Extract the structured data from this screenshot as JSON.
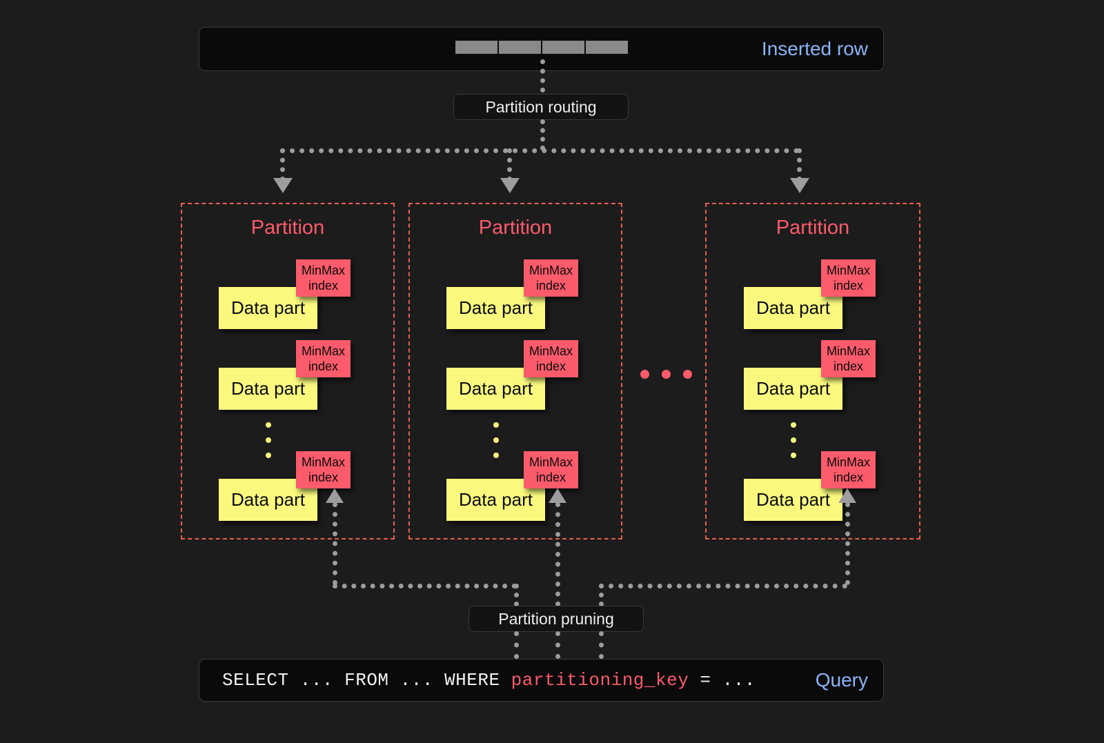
{
  "page": {
    "background": "#1c1c1c",
    "accent_blue": "#8ab4f8",
    "accent_red": "#fb5b6b",
    "accent_yellow": "#faf97e",
    "connector_gray": "#9d9d9d"
  },
  "inserted_row": {
    "label": "Inserted row",
    "cell_count": 4,
    "cells": [
      "",
      "",
      "",
      ""
    ]
  },
  "partition_routing": {
    "label": "Partition routing"
  },
  "partition_pruning": {
    "label": "Partition pruning"
  },
  "partitions": [
    {
      "title": "Partition",
      "parts": [
        {
          "data_label": "Data part",
          "index_label": "MinMax\nindex"
        },
        {
          "data_label": "Data part",
          "index_label": "MinMax\nindex"
        },
        {
          "data_label": "Data part",
          "index_label": "MinMax\nindex"
        }
      ],
      "ellipsis_dots": 3
    },
    {
      "title": "Partition",
      "parts": [
        {
          "data_label": "Data part",
          "index_label": "MinMax\nindex"
        },
        {
          "data_label": "Data part",
          "index_label": "MinMax\nindex"
        },
        {
          "data_label": "Data part",
          "index_label": "MinMax\nindex"
        }
      ],
      "ellipsis_dots": 3
    },
    {
      "title": "Partition",
      "parts": [
        {
          "data_label": "Data part",
          "index_label": "MinMax\nindex"
        },
        {
          "data_label": "Data part",
          "index_label": "MinMax\nindex"
        },
        {
          "data_label": "Data part",
          "index_label": "MinMax\nindex"
        }
      ],
      "ellipsis_dots": 3
    }
  ],
  "between_partitions_ellipsis": {
    "dots": 3,
    "color": "#fb5b6b"
  },
  "query": {
    "label": "Query",
    "prefix": "SELECT ... FROM ... WHERE ",
    "key": "partitioning_key",
    "suffix": " = ..."
  },
  "labels": {
    "minmax_line1": "MinMax",
    "minmax_line2": "index",
    "data_part": "Data part",
    "partition": "Partition"
  }
}
